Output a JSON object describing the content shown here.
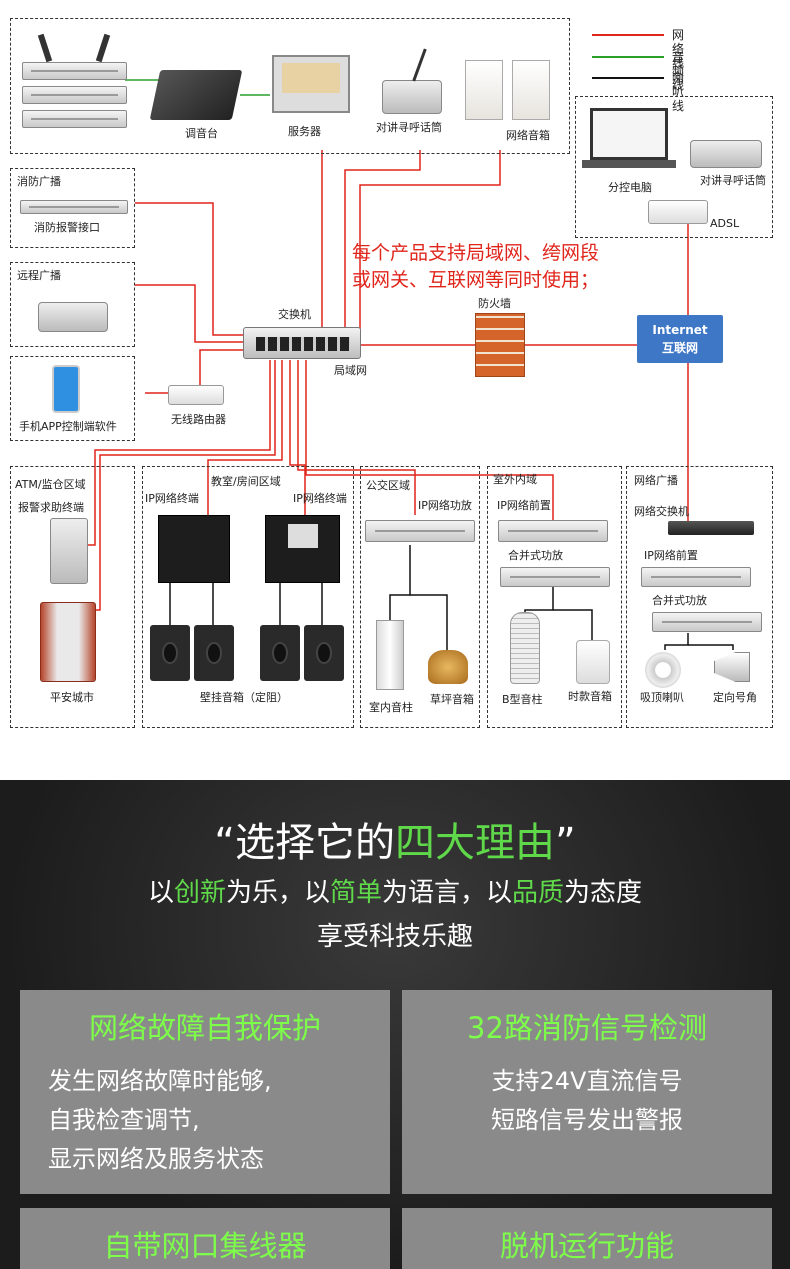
{
  "legend": {
    "items": [
      {
        "label": "网络线",
        "color": "#e0251b"
      },
      {
        "label": "音频线",
        "color": "#2aa02a"
      },
      {
        "label": "喇叭线",
        "color": "#111111"
      }
    ]
  },
  "top_devices": {
    "mixer": "调音台",
    "server": "服务器",
    "intercom": "对讲寻呼话筒",
    "net_speaker": "网络音箱"
  },
  "remote_box": {
    "pc": "分控电脑",
    "intercom": "对讲寻呼话筒",
    "adsl": "ADSL"
  },
  "left_boxes": {
    "fire_title": "消防广播",
    "fire_device": "消防报警接口",
    "remote_title": "远程广播",
    "app_label": "手机APP控制端软件"
  },
  "core": {
    "switch": "交换机",
    "lan": "局域网",
    "router": "无线路由器",
    "firewall": "防火墙",
    "internet_en": "Internet",
    "internet_cn": "互联网",
    "red_line1": "每个产品支持局域网、绔网段",
    "red_line2": "或网关、互联网等同时使用；"
  },
  "zones": {
    "atm": {
      "title": "ATM/监仓区域",
      "terminal": "报警求助终端",
      "bottom": "平安城市"
    },
    "classroom": {
      "title": "教室/房间区域",
      "term1": "IP网络终端",
      "term2": "IP网络终端",
      "speakers": "壁挂音箱（定阻）"
    },
    "bus": {
      "title": "公交区域",
      "amp": "IP网络功放",
      "indoor": "室内音柱",
      "lawn": "草坪音箱"
    },
    "outdoor": {
      "title": "室外内域",
      "pre": "IP网络前置",
      "amp": "合并式功放",
      "b_col": "B型音柱",
      "fashion": "时款音箱"
    },
    "netbc": {
      "title": "网络广播",
      "switch": "网络交换机",
      "pre": "IP网络前置",
      "amp": "合并式功放",
      "ceiling": "吸顶喇叭",
      "horn": "定向号角"
    }
  },
  "promo": {
    "headline_a": "“选择它的",
    "headline_b": "四大理由",
    "headline_c": "”",
    "sub_parts": [
      "以",
      "创新",
      "为乐，以",
      "简单",
      "为语言，以",
      "品质",
      "为态度"
    ],
    "sub2": "享受科技乐趣",
    "cards": [
      {
        "title": "网络故障自我保护",
        "lines": [
          "发生网络故障时能够,",
          "自我检查调节,",
          "显示网络及服务状态"
        ]
      },
      {
        "title": "32路消防信号检测",
        "lines": [
          "支持24V直流信号",
          "短路信号发出警报"
        ]
      },
      {
        "title": "自带网口集线器",
        "lines": []
      },
      {
        "title": "脱机运行功能",
        "lines": []
      }
    ]
  }
}
